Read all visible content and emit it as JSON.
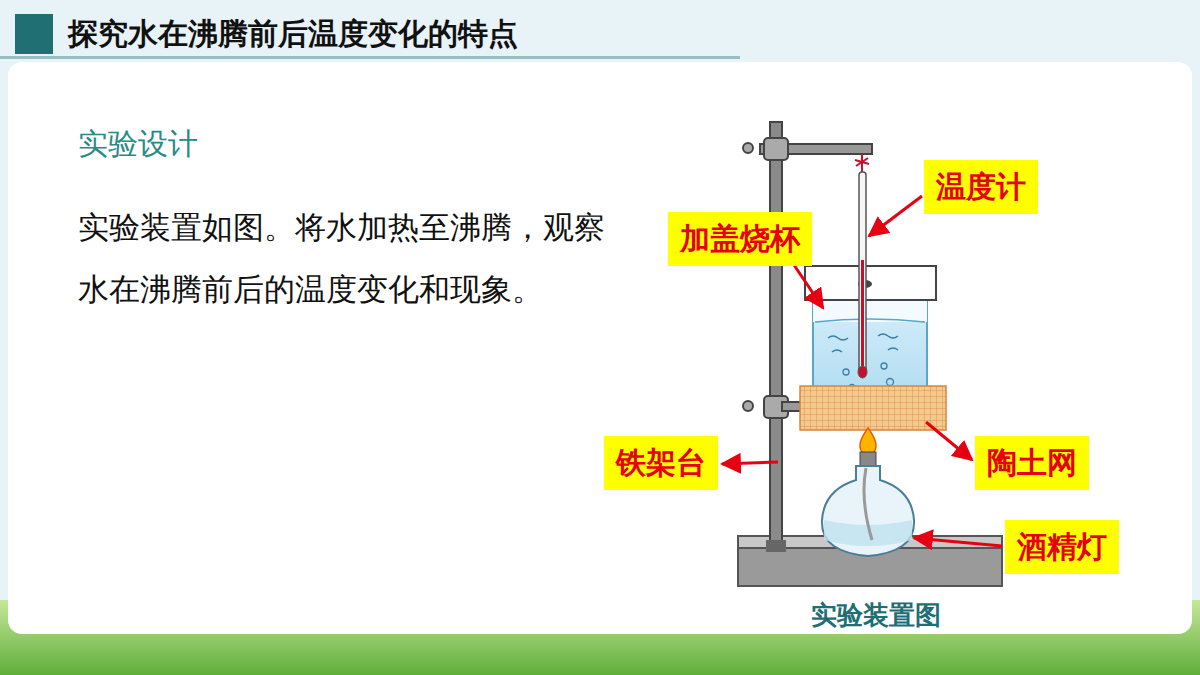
{
  "diagram": {
    "title": "探究水在沸腾前后温度变化的特点",
    "caption": "实验装置图",
    "nodes": [
      {
        "text": [
          "温度计"
        ]
      },
      {
        "text": [
          "加盖烧杯"
        ]
      },
      {
        "text": [
          "铁架台"
        ]
      },
      {
        "text": [
          "陶土网"
        ]
      },
      {
        "text": [
          "酒精灯"
        ]
      }
    ],
    "labels": [
      "实验设计",
      "实验装置如图。将水加热至沸腾，观察水在沸腾前后的温度变化和现象。"
    ]
  }
}
